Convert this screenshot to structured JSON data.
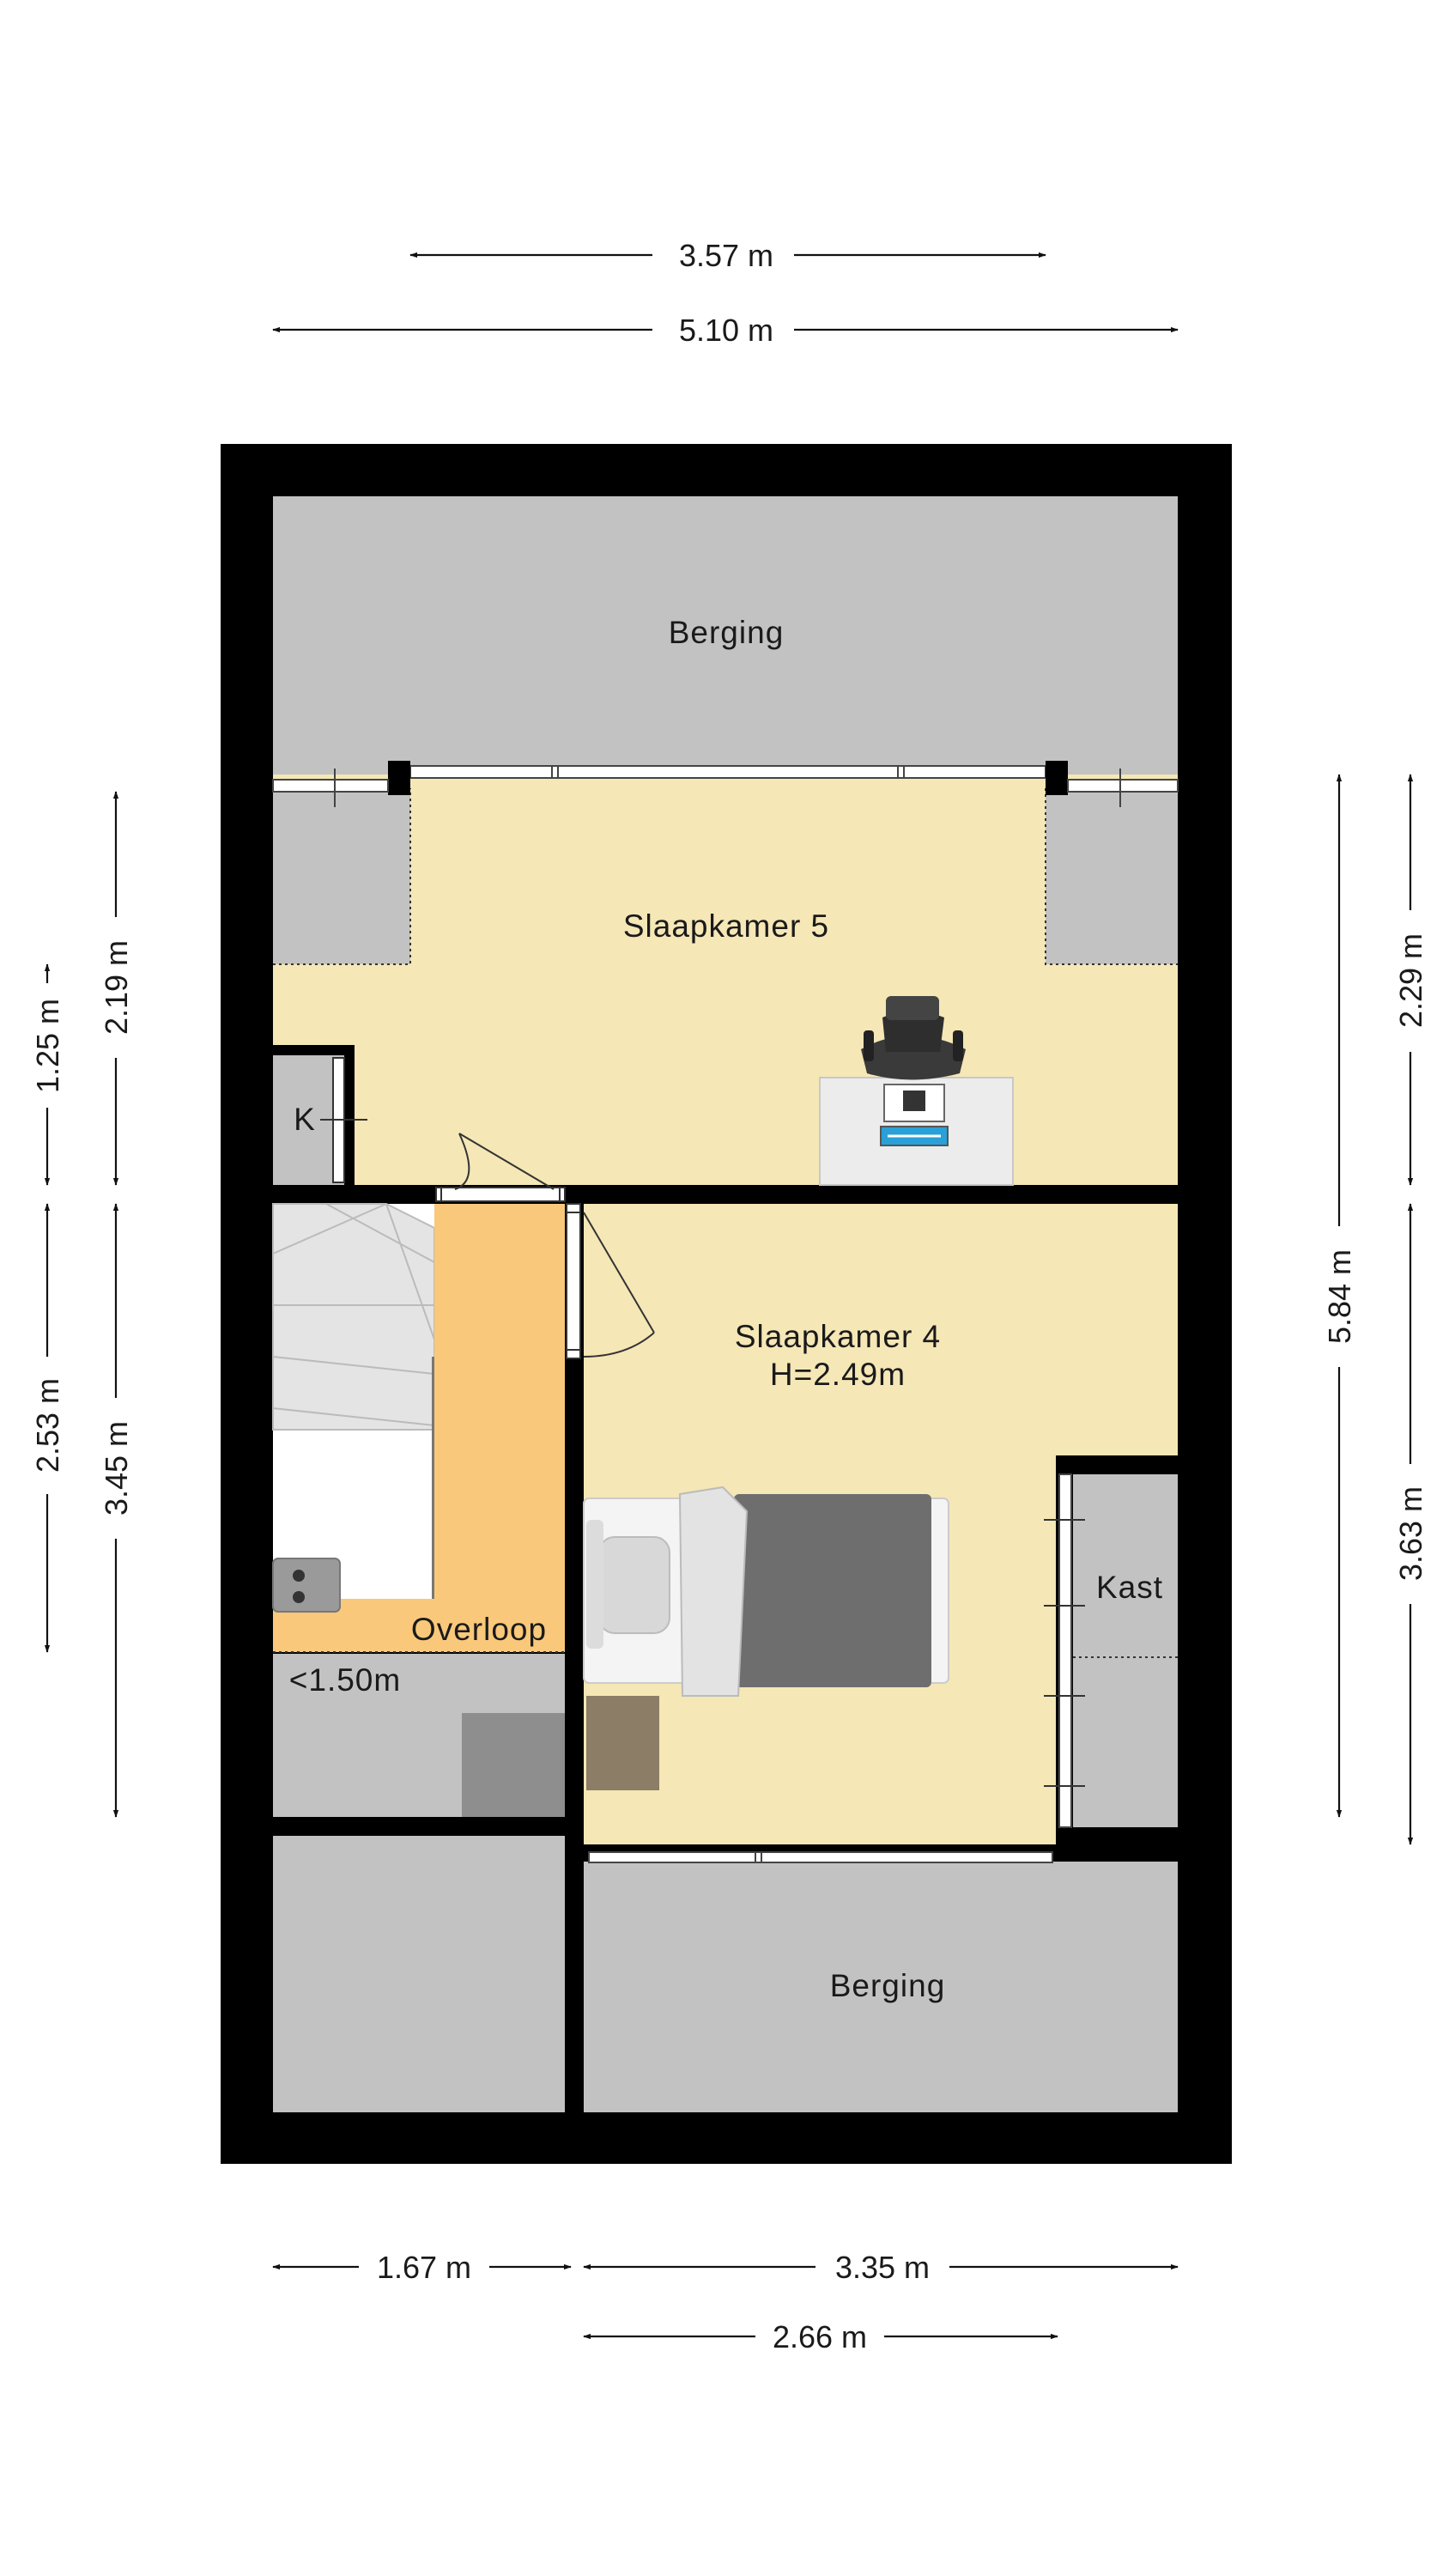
{
  "rooms": {
    "berging_top": "Berging",
    "slaapkamer5": "Slaapkamer 5",
    "k": "K",
    "slaapkamer4": "Slaapkamer 4",
    "slaapkamer4_height": "H=2.49m",
    "kast": "Kast",
    "overloop": "Overloop",
    "low_height": "<1.50m",
    "berging_bottom": "Berging"
  },
  "dimensions": {
    "top_inner": "3.57 m",
    "top_outer": "5.10 m",
    "left_a_top": "1.25 m",
    "left_a_bottom": "2.53 m",
    "left_b_top": "2.19 m",
    "left_b_bottom": "3.45 m",
    "right_a": "5.84 m",
    "right_b_top": "2.29 m",
    "right_b_bottom": "3.63 m",
    "bottom_left": "1.67 m",
    "bottom_right": "3.35 m",
    "bottom_inner": "2.66 m"
  },
  "colors": {
    "wall": "#000000",
    "storage": "#c2c2c2",
    "bedroom": "#f5e7b6",
    "landing": "#f9c87a"
  }
}
